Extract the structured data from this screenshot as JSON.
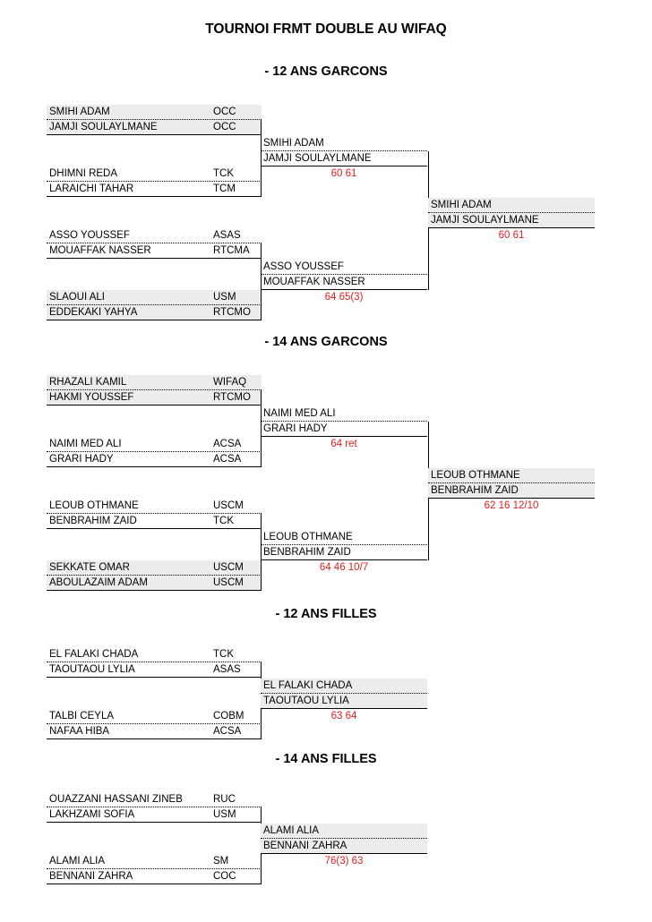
{
  "title": "TOURNOI FRMT DOUBLE AU WIFAQ",
  "sections": [
    {
      "heading": "- 12 ANS GARCONS",
      "r1": [
        {
          "p1": "SMIHI ADAM",
          "c1": "OCC",
          "p2": "JAMJI SOULAYLMANE",
          "c2": "OCC"
        },
        {
          "p1": "DHIMNI REDA",
          "c1": "TCK",
          "p2": "LARAICHI TAHAR",
          "c2": "TCM"
        },
        {
          "p1": "ASSO YOUSSEF",
          "c1": "ASAS",
          "p2": "MOUAFFAK NASSER",
          "c2": "RTCMA"
        },
        {
          "p1": "SLAOUI ALI",
          "c1": "USM",
          "p2": "EDDEKAKI YAHYA",
          "c2": "RTCMO"
        }
      ],
      "r2": [
        {
          "p1": "SMIHI ADAM",
          "p2": "JAMJI SOULAYLMANE",
          "score": "60 61"
        },
        {
          "p1": "ASSO YOUSSEF",
          "p2": "MOUAFFAK NASSER",
          "score": "64 65(3)"
        }
      ],
      "final": {
        "p1": "SMIHI ADAM",
        "p2": "JAMJI SOULAYLMANE",
        "score": "60 61"
      }
    },
    {
      "heading": "- 14 ANS GARCONS",
      "r1": [
        {
          "p1": "RHAZALI KAMIL",
          "c1": "WIFAQ",
          "p2": "HAKMI YOUSSEF",
          "c2": "RTCMO"
        },
        {
          "p1": "NAIMI MED ALI",
          "c1": "ACSA",
          "p2": "GRARI HADY",
          "c2": "ACSA"
        },
        {
          "p1": "LEOUB OTHMANE",
          "c1": "USCM",
          "p2": "BENBRAHIM ZAID",
          "c2": "TCK"
        },
        {
          "p1": "SEKKATE OMAR",
          "c1": "USCM",
          "p2": "ABOULAZAIM ADAM",
          "c2": "USCM"
        }
      ],
      "r2": [
        {
          "p1": "NAIMI MED ALI",
          "p2": "GRARI HADY",
          "score": "64 ret"
        },
        {
          "p1": "LEOUB OTHMANE",
          "p2": "BENBRAHIM ZAID",
          "score": "64 46 10/7"
        }
      ],
      "final": {
        "p1": "LEOUB OTHMANE",
        "p2": "BENBRAHIM ZAID",
        "score": "62 16 12/10"
      }
    },
    {
      "heading": "- 12 ANS FILLES",
      "r1": [
        {
          "p1": "EL FALAKI CHADA",
          "c1": "TCK",
          "p2": "TAOUTAOU LYLIA",
          "c2": "ASAS"
        },
        {
          "p1": "TALBI CEYLA",
          "c1": "COBM",
          "p2": "NAFAA HIBA",
          "c2": "ACSA"
        }
      ],
      "r2": [
        {
          "p1": "EL FALAKI CHADA",
          "p2": "TAOUTAOU LYLIA",
          "score": "63 64"
        }
      ]
    },
    {
      "heading": "- 14 ANS FILLES",
      "r1": [
        {
          "p1": "OUAZZANI HASSANI ZINEB",
          "c1": "RUC",
          "p2": "LAKHZAMI SOFIA",
          "c2": "USM"
        },
        {
          "p1": "ALAMI ALIA",
          "c1": "SM",
          "p2": "BENNANI ZAHRA",
          "c2": "COC"
        }
      ],
      "r2": [
        {
          "p1": "ALAMI ALIA",
          "p2": "BENNANI ZAHRA",
          "score": "76(3) 63"
        }
      ]
    }
  ]
}
